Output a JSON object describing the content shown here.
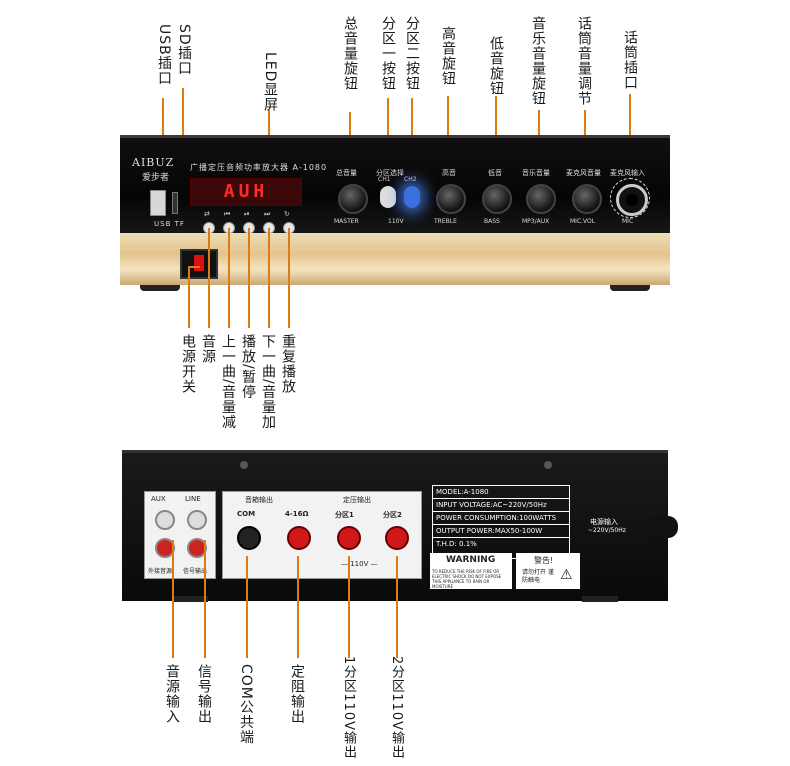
{
  "top_labels": {
    "sd_slot": "SD插口",
    "usb_slot": "USB插口",
    "led_display": "LED显屏",
    "master_volume": "总音量旋钮",
    "zone1_button": "分区一按钮",
    "zone2_button": "分区二按钮",
    "treble_knob": "高音旋钮",
    "bass_knob": "低音旋钮",
    "music_volume": "音乐音量旋钮",
    "mic_volume": "话筒音量调节",
    "mic_jack": "话筒插口"
  },
  "front_bottom_labels": {
    "power_switch": "电源开关",
    "source": "音源",
    "prev_volume_down": "上一曲/音量减",
    "play_pause": "播放/暂停",
    "next_volume_up": "下一曲/音量加",
    "repeat": "重复播放"
  },
  "front_panel": {
    "brand": "AIBUZ",
    "brand_cn": "爱步者",
    "model_text": "广播定压音频功率放大器 A-1080",
    "led_text": "AUH",
    "usb_tf": "USB  TF",
    "knobs": [
      {
        "top": "总音量",
        "bottom": "MASTER"
      },
      {
        "top": "高音",
        "bottom": "TREBLE"
      },
      {
        "top": "低音",
        "bottom": "BASS"
      },
      {
        "top": "音乐音量",
        "bottom": "MP3/AUX"
      },
      {
        "top": "麦克风音量",
        "bottom": "MIC.VOL"
      }
    ],
    "zone_title": "分区选择",
    "zone_ch1": "CH1",
    "zone_ch2": "CH2",
    "zone_110v": "110V",
    "mic_top": "麦克风输入",
    "mic_bottom": "MIC"
  },
  "back_panel": {
    "aux": "AUX",
    "line": "LINE",
    "aux_bottom": "外接音源",
    "line_bottom": "信号输出",
    "out_title": "音箱输出",
    "const_title": "定压输出",
    "com": "COM",
    "ohm": "4-16Ω",
    "zone1": "分区1",
    "zone2": "分区2",
    "v110": "— 110V —",
    "spec_lines": [
      "MODEL:A-1080",
      "INPUT VOLTAGE:AC~220V/50Hz",
      "POWER CONSUMPTION:100WATTS",
      "OUTPUT POWER:MAX50-100W",
      "T.H.D: 0.1%"
    ],
    "warning": "WARNING",
    "warning_text": "TO REDUCE THE RISK OF FIRE OR ELECTRIC SHOCK DO NOT EXPOSE THIS APPLIANCE TO RAIN OR MOISTURE",
    "warning_cn": "警告!",
    "warning_cn_text": "请勿打开 谨防触电",
    "power_input": "电源输入",
    "power_input_v": "~220V/50Hz"
  },
  "back_labels": {
    "audio_in": "音源输入",
    "signal_out": "信号输出",
    "com_common": "COM公共端",
    "fixed_out": "定阻输出",
    "zone1_out": "1分区110V输出",
    "zone2_out": "2分区110V输出"
  }
}
